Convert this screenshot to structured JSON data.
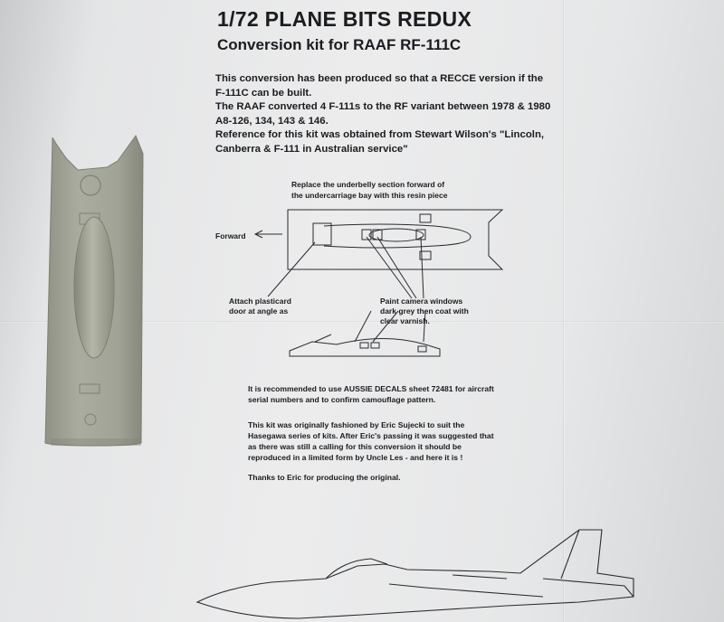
{
  "header": {
    "title": "1/72 PLANE BITS REDUX",
    "subtitle": "Conversion kit for RAAF RF-111C"
  },
  "intro": {
    "lines": [
      "This conversion has been produced so that a RECCE version if the",
      "F-111C can be built.",
      "The RAAF converted 4 F-111s to the RF variant between 1978 & 1980",
      "A8-126, 134, 143 & 146.",
      "Reference for this kit was obtained from Stewart Wilson's \"Lincoln,",
      "Canberra & F-111 in Australian service\""
    ]
  },
  "diagram": {
    "caption_lines": [
      "Replace the underbelly section forward of",
      "the undercarriage bay with this resin piece"
    ],
    "forward_label": "Forward",
    "attach_lines": [
      "Attach plasticard",
      "door at angle as"
    ],
    "paint_lines": [
      "Paint camera windows",
      "dark grey then coat with",
      "clear varnish."
    ]
  },
  "body": {
    "p1": [
      "It is recommended to use AUSSIE DECALS sheet 72481 for aircraft",
      "serial numbers and to confirm camouflage pattern."
    ],
    "p2": [
      "This kit was originally fashioned by Eric Sujecki to suit the",
      "Hasegawa series of kits. After Eric's passing it was suggested that",
      "as there was still a calling for this conversion it should be",
      "reproduced in a limited form by Uncle Les - and here it is !"
    ],
    "p3": [
      "Thanks to Eric for producing the original."
    ]
  },
  "colors": {
    "paper": "#ececed",
    "ink": "#1b1c20",
    "resin": "#a2a596"
  }
}
